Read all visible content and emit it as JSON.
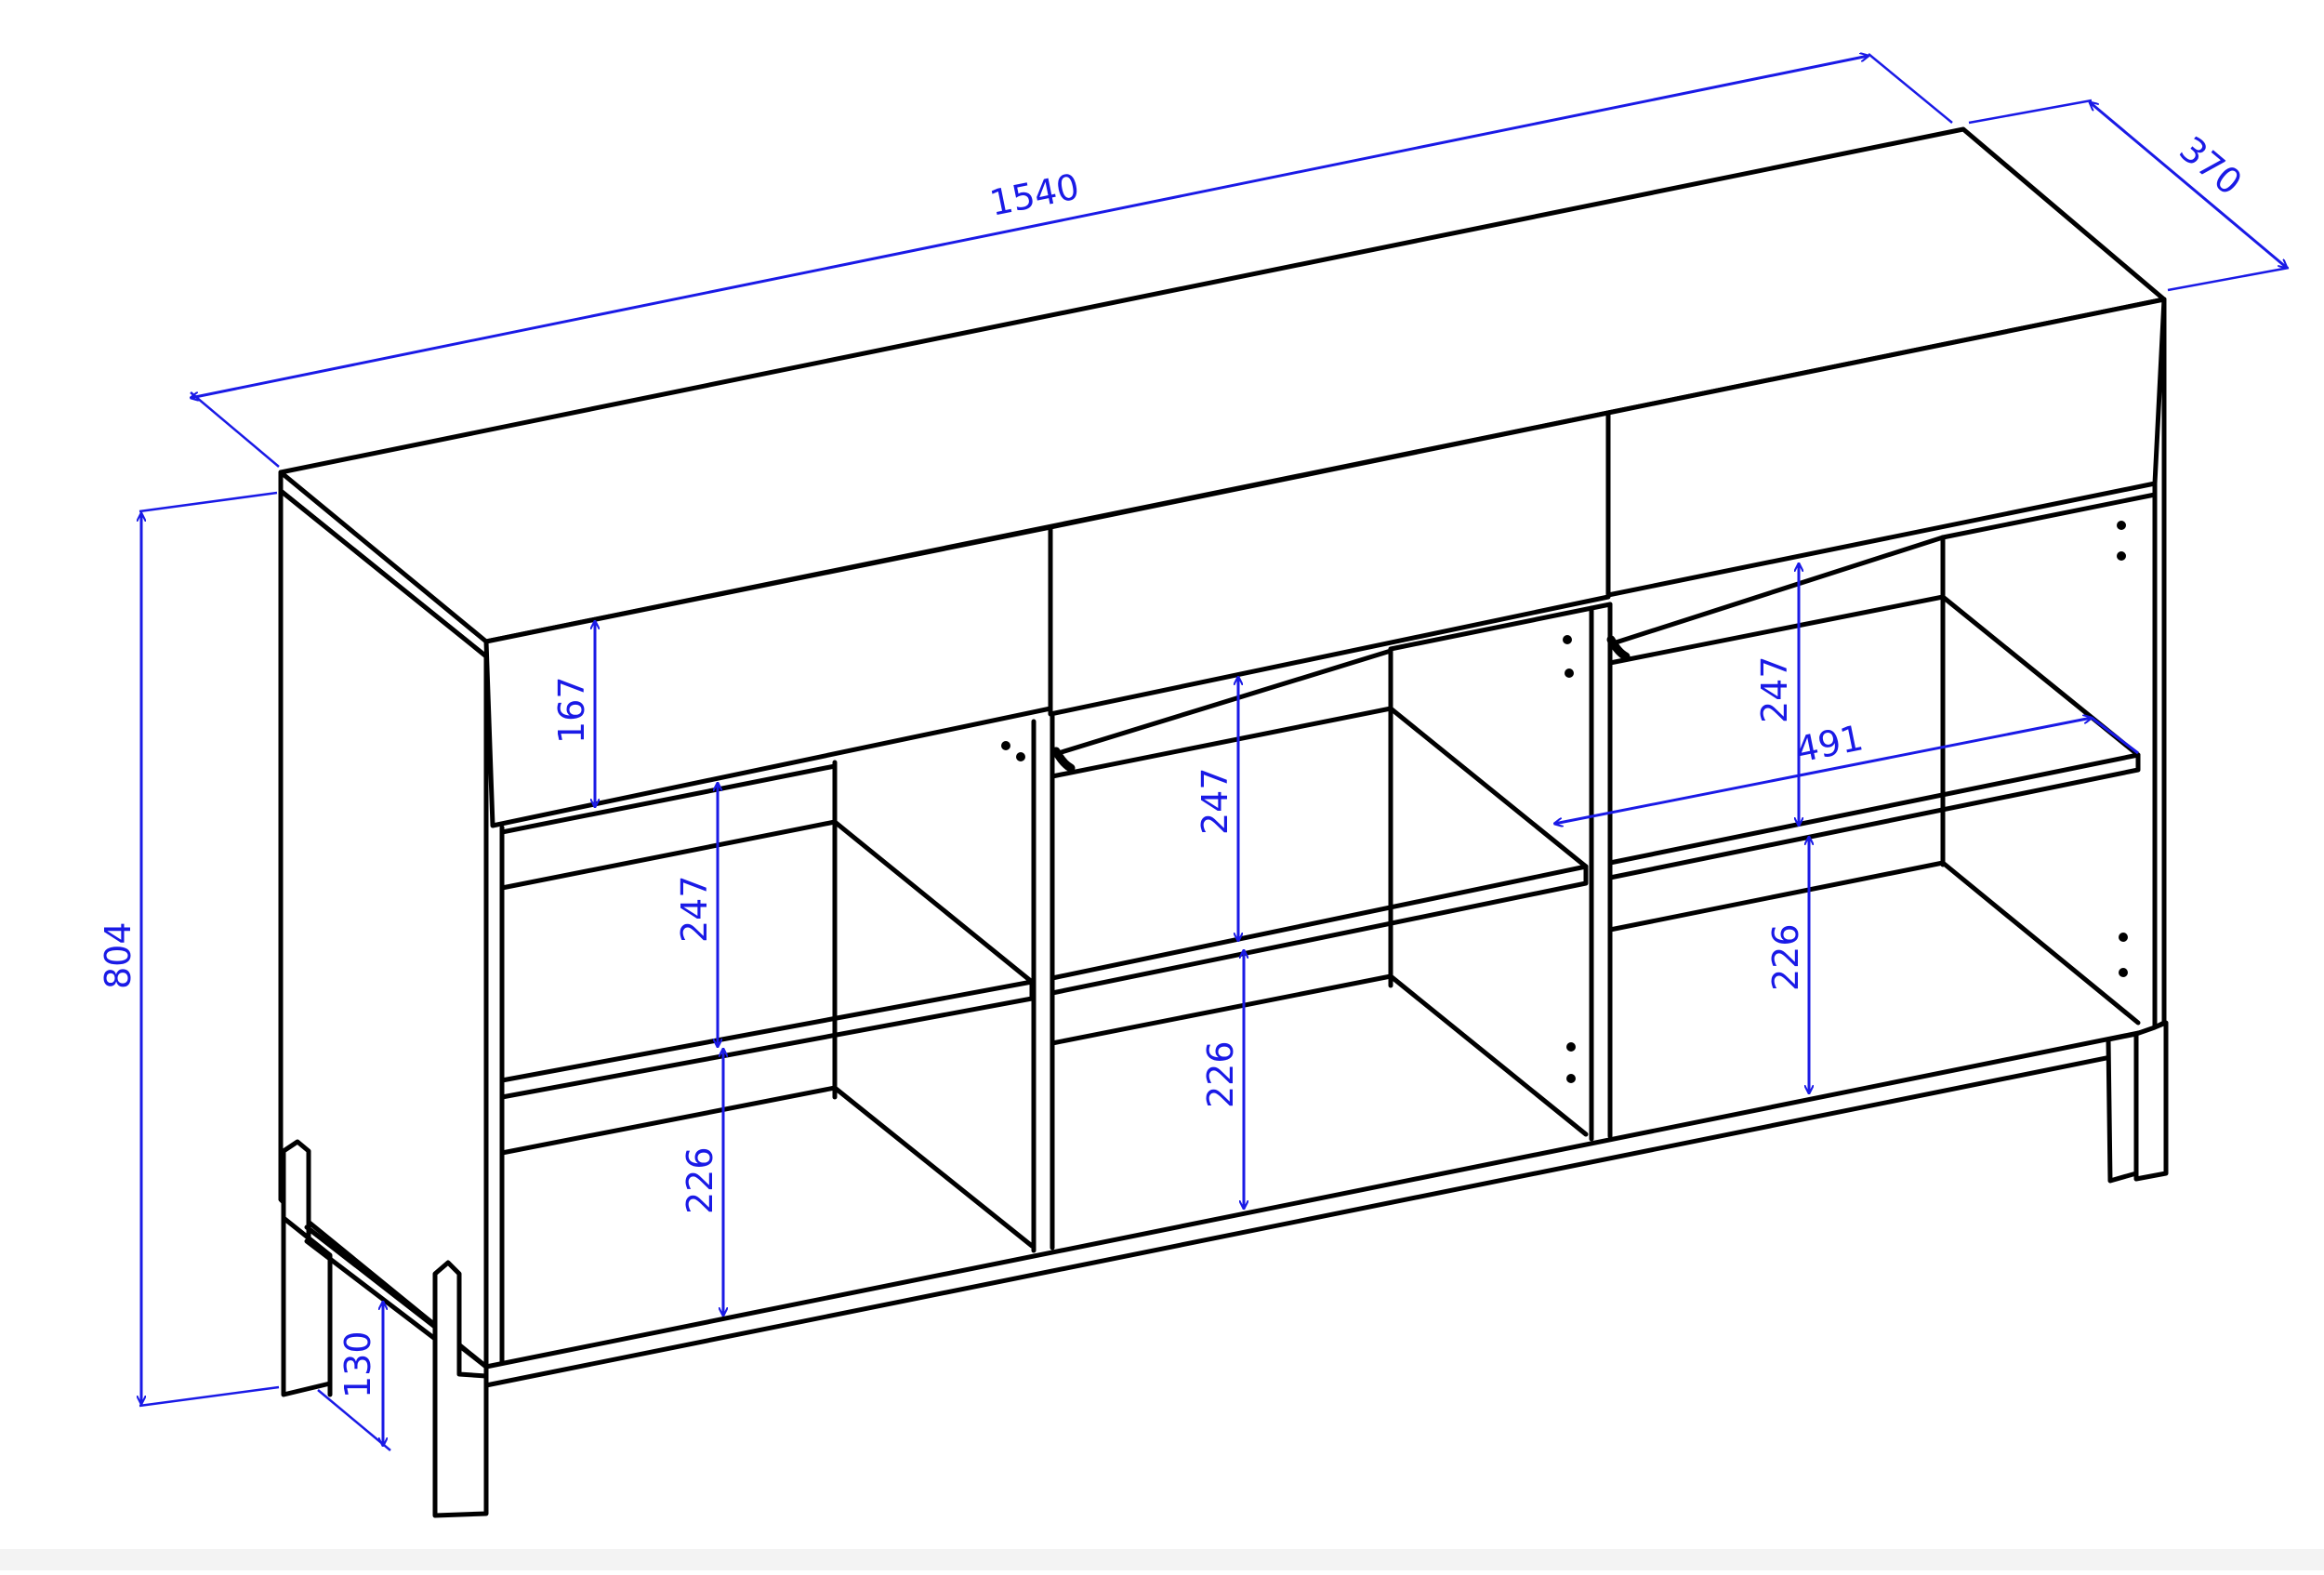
{
  "diagram": {
    "dimensions": {
      "total_width": "1540",
      "depth": "370",
      "total_height": "804",
      "leg_height": "130",
      "drawer_height": "167",
      "shelf_depth": "491",
      "compartment_upper": "247",
      "compartment_lower": "226"
    }
  },
  "colors": {
    "ink": "#000000",
    "dimension": "#1a1ae6",
    "background": "#ffffff"
  }
}
